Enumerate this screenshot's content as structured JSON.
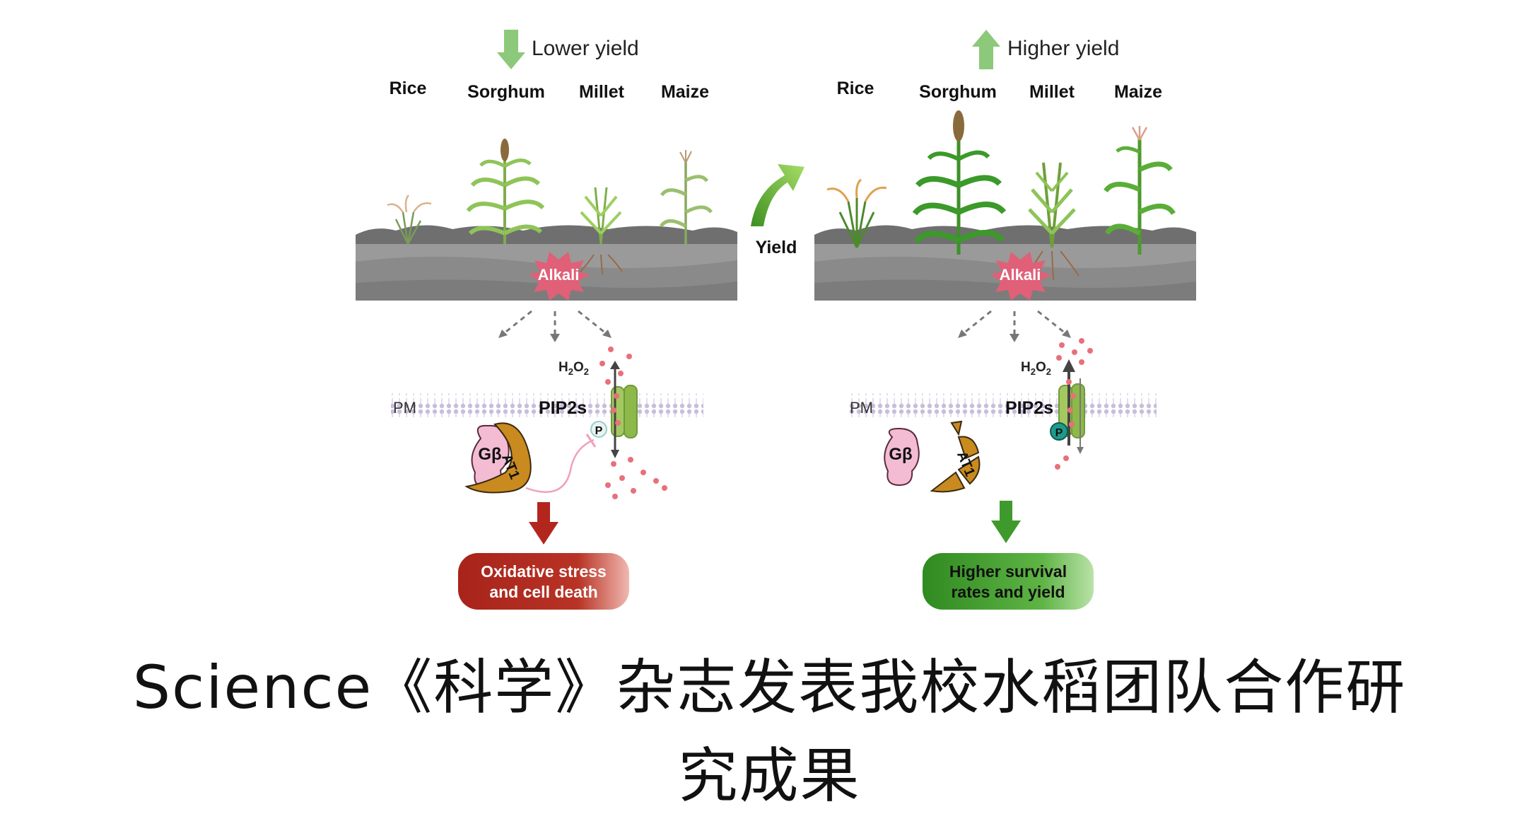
{
  "left_panel": {
    "yield_text": "Lower yield",
    "crops": [
      "Rice",
      "Sorghum",
      "Millet",
      "Maize"
    ],
    "stress_label": "Alkali",
    "h2o2_label": "H",
    "h2o2_sub": "2",
    "h2o2_o": "O",
    "h2o2_sub2": "2",
    "pm_label": "PM",
    "channel_label": "PIP2s",
    "phospho_label": "P",
    "gbeta_label": "Gβ",
    "at1_label": "AT1",
    "outcome_line1": "Oxidative stress",
    "outcome_line2": "and cell death"
  },
  "right_panel": {
    "yield_text": "Higher yield",
    "crops": [
      "Rice",
      "Sorghum",
      "Millet",
      "Maize"
    ],
    "stress_label": "Alkali",
    "h2o2_label": "H",
    "h2o2_sub": "2",
    "h2o2_o": "O",
    "h2o2_sub2": "2",
    "pm_label": "PM",
    "channel_label": "PIP2s",
    "phospho_label": "P",
    "gbeta_label": "Gβ",
    "at1_label": "AT1",
    "outcome_line1": "Higher survival",
    "outcome_line2": "rates and yield"
  },
  "center": {
    "yield_label": "Yield"
  },
  "caption": {
    "line1": "Science《科学》杂志发表我校水稻团队合作研",
    "line2": "究成果"
  },
  "colors": {
    "green_arrow": "#7fc36a",
    "red_arrow": "#b3261e",
    "alkali_burst": "#d9546a",
    "soil_top": "#8a8a8a",
    "soil_body": "#9b9b9b",
    "membrane": "#c9c0dc",
    "channel": "#8db84a",
    "gbeta": "#f2b8d2",
    "at1": "#c98a1f",
    "ros": "#e8707a",
    "outcome_red": "#b3261e",
    "outcome_green": "#3e9a2c"
  }
}
